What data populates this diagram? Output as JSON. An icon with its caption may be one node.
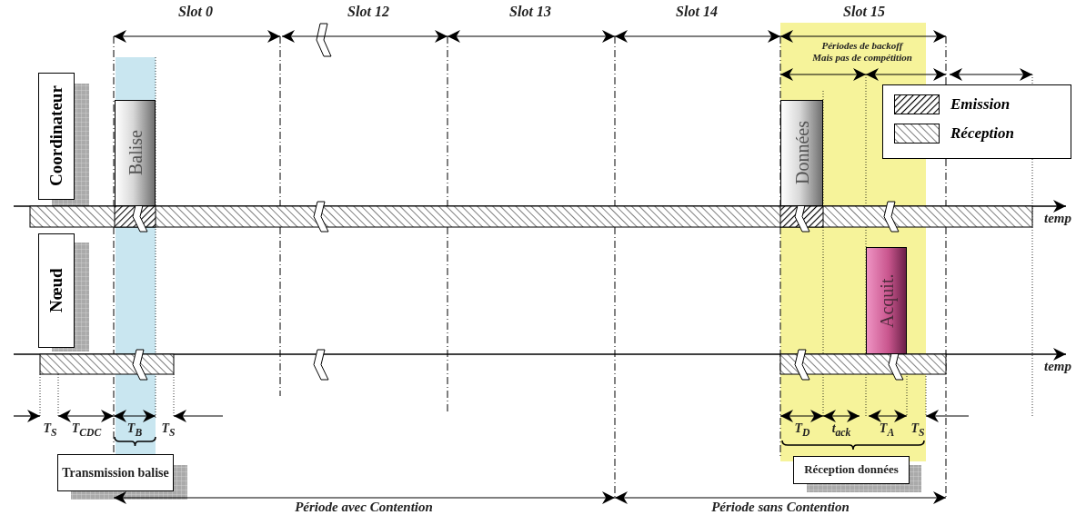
{
  "diagram": {
    "nodes": [
      {
        "text": [
          "Coordinateur"
        ]
      },
      {
        "text": [
          "Nœud"
        ]
      },
      {
        "text": [
          "Balise"
        ]
      },
      {
        "text": [
          "Données"
        ]
      },
      {
        "text": [
          "Acquit."
        ]
      },
      {
        "text": [
          "Transmission balise"
        ]
      },
      {
        "text": [
          "Réception données"
        ]
      }
    ],
    "edges": [],
    "labels": [
      "Slot 0",
      "Slot 12",
      "Slot 13",
      "Slot 14",
      "Slot 15",
      "Périodes de backoff Mais pas de compétition",
      "temp",
      "temp",
      "T$_{S}$",
      "T$_{CDC}$",
      "T$_{B}$",
      "T$_{S}$",
      "T$_{D}$",
      "t$_{ack}$",
      "T$_{A}$",
      "T$_{S}$",
      "Période avec Contention",
      "Période sans Contention"
    ],
    "legend": [
      {
        "text": "Emission"
      },
      {
        "text": "Réception"
      }
    ]
  }
}
